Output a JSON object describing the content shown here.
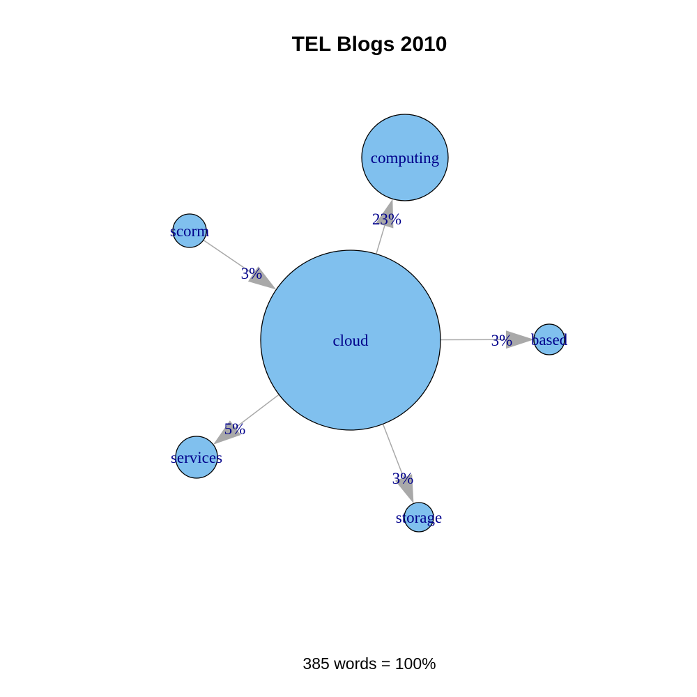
{
  "title": "TEL Blogs 2010",
  "caption": "385 words = 100%",
  "colors": {
    "node_fill": "#80C0EE",
    "node_stroke": "#000000",
    "edge": "#A9A9A9",
    "label": "#00008B"
  },
  "nodes": [
    {
      "id": "cloud",
      "label": "cloud"
    },
    {
      "id": "computing",
      "label": "computing"
    },
    {
      "id": "scorm",
      "label": "scorm"
    },
    {
      "id": "based",
      "label": "based"
    },
    {
      "id": "services",
      "label": "services"
    },
    {
      "id": "storage",
      "label": "storage"
    }
  ],
  "edges": [
    {
      "from": "cloud",
      "to": "computing",
      "label": "23%",
      "arrow_at": "to"
    },
    {
      "from": "scorm",
      "to": "cloud",
      "label": "3%",
      "arrow_at": "to"
    },
    {
      "from": "cloud",
      "to": "based",
      "label": "3%",
      "arrow_at": "to"
    },
    {
      "from": "cloud",
      "to": "services",
      "label": "5%",
      "arrow_at": "to"
    },
    {
      "from": "cloud",
      "to": "storage",
      "label": "3%",
      "arrow_at": "to"
    }
  ]
}
